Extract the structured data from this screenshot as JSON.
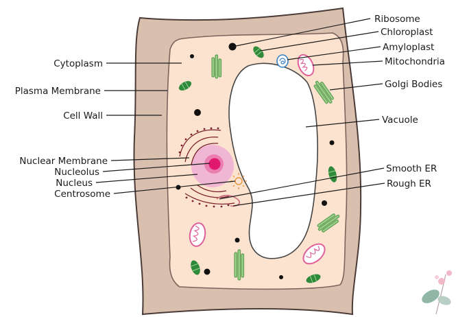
{
  "labels": {
    "ribosome": "Ribosome",
    "chloroplast": "Chloroplast",
    "amyloplast": "Amyloplast",
    "mitochondria": "Mitochondria",
    "golgi_bodies": "Golgi Bodies",
    "vacuole": "Vacuole",
    "smooth_er": "Smooth ER",
    "rough_er": "Rough ER",
    "cytoplasm": "Cytoplasm",
    "plasma_membrane": "Plasma Membrane",
    "cell_wall": "Cell Wall",
    "nuclear_membrane": "Nuclear Membrane",
    "nucleolus": "Nucleolus",
    "nucleus": "Nucleus",
    "centrosome": "Centrosome"
  },
  "colors": {
    "cell_wall": "#d9bfae",
    "cell_wall_stroke": "#4a3b36",
    "cytoplasm": "#fbe3cf",
    "vacuole": "#ffffff",
    "nucleus": "#f1b6d3",
    "nucleolus_halo": "#ea7fb2",
    "nucleolus": "#e0186e",
    "chloroplast": "#2f8a3a",
    "golgi": "#9bcf8a",
    "mitochondria": "#e0609a",
    "amyloplast": "#3b7fc4",
    "centrosome": "#e58a2c",
    "rough_er": "#7a1f2b"
  }
}
